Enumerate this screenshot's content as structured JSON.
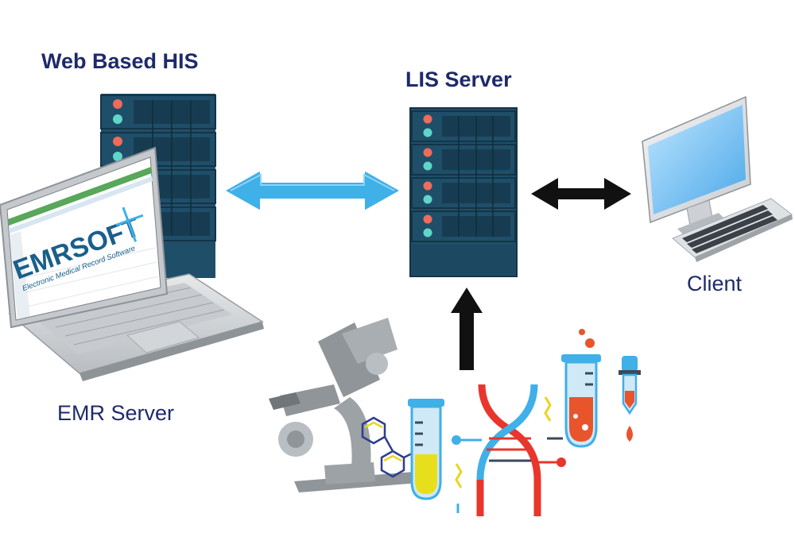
{
  "labels": {
    "web_his": "Web Based HIS",
    "lis_server": "LIS Server",
    "client": "Client",
    "emr_server": "EMR Server"
  },
  "logo": {
    "brand": "EMRSOFT",
    "tagline": "Electronic Medical Record Software"
  },
  "colors": {
    "server_body": "#1f4e69",
    "server_dark": "#173c52",
    "led_red": "#ef6b5a",
    "led_teal": "#5fd6c8",
    "arrow_blue": "#3fb0e8",
    "arrow_black": "#111111",
    "label_navy": "#1f2a6b",
    "logo_blue": "#1a5f8a"
  },
  "icons": {
    "his_server": "server-rack-icon",
    "lis_server": "server-rack-icon",
    "laptop": "laptop-icon",
    "client": "desktop-computer-icon",
    "lab": "laboratory-icon"
  }
}
